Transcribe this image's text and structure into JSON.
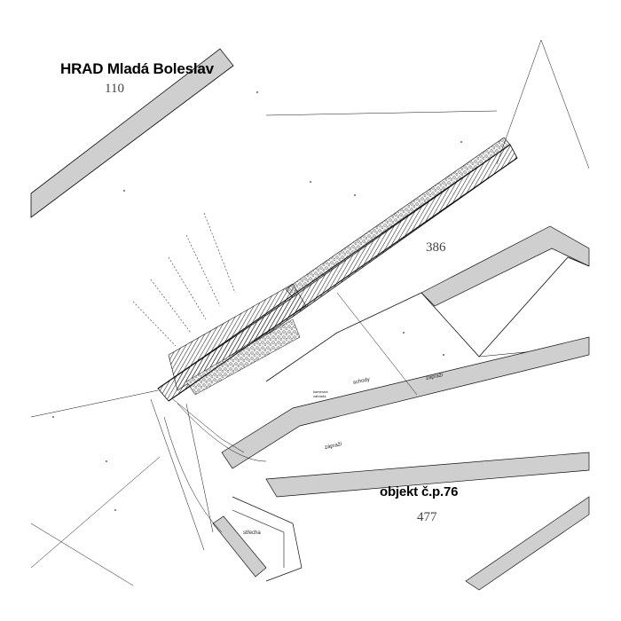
{
  "titles": {
    "castle": "HRAD Mladá Boleslav",
    "object": "objekt č.p.76"
  },
  "parcels": {
    "p110": "110",
    "p386": "386",
    "p477": "477"
  },
  "labels": {
    "zaprazi_upper": "zápraží",
    "zaprazi_lower": "zápraží",
    "schody": "schody",
    "strecha": "střecha",
    "kamenna_zahrada": "kamenná zahrada"
  },
  "colors": {
    "building": "#cfcfcf",
    "line": "#111111",
    "wall_fill": "#8a8a8a"
  }
}
